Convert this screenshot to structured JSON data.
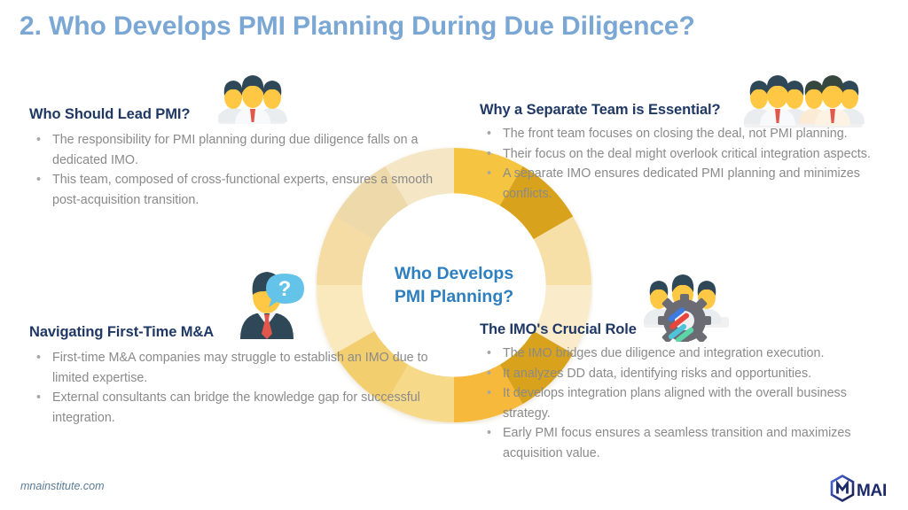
{
  "slide": {
    "title": "2. Who Develops PMI Planning During Due Diligence?",
    "background": "#ffffff",
    "title_color": "#7BA7D4",
    "heading_color": "#1F3864",
    "body_color": "#8a8a8a",
    "accent_blue": "#2E7FBF"
  },
  "center": {
    "line1": "Who Develops",
    "line2": "PMI Planning?"
  },
  "blocks": {
    "lead": {
      "title": "Who Should Lead PMI?",
      "icon": "people-group-icon",
      "bullet_glyph": "•",
      "bullets": [
        "The responsibility for PMI planning during due diligence falls on a dedicated IMO.",
        "This team, composed of cross-functional experts, ensures a smooth post-acquisition transition."
      ]
    },
    "separate": {
      "title": "Why a Separate Team is Essential?",
      "icon": "two-people-groups-icon",
      "bullet_glyph": "•",
      "bullets": [
        "The front team focuses on closing the deal, not PMI planning.",
        "Their focus on the deal might overlook critical integration aspects.",
        "A separate IMO ensures dedicated PMI planning and minimizes conflicts."
      ]
    },
    "navigating": {
      "title": "Navigating First-Time M&A",
      "icon": "businessman-question-icon",
      "bullet_glyph": "•",
      "bullets": [
        "First-time M&A companies may struggle to establish an IMO due to limited expertise.",
        "External consultants can bridge the knowledge gap for successful integration."
      ]
    },
    "imo": {
      "title": "The IMO's Crucial Role",
      "icon": "people-gear-icon",
      "bullet_glyph": "•",
      "bullets": [
        "The IMO bridges due diligence and integration execution.",
        "It analyzes DD data, identifying risks and opportunities.",
        "It develops integration plans aligned with the overall business strategy.",
        "Early PMI focus ensures a seamless transition and maximizes acquisition value."
      ]
    }
  },
  "chart_data": {
    "type": "pie",
    "title": "Who Develops PMI Planning?",
    "variant": "donut",
    "segments": [
      {
        "label": "segment-1",
        "value": 8.33,
        "color": "#F5C542"
      },
      {
        "label": "segment-2",
        "value": 8.33,
        "color": "#D9A21B"
      },
      {
        "label": "segment-3",
        "value": 8.33,
        "color": "#F7E0A8"
      },
      {
        "label": "segment-4",
        "value": 8.33,
        "color": "#FAEBCB"
      },
      {
        "label": "segment-5",
        "value": 8.33,
        "color": "#D9A21B"
      },
      {
        "label": "segment-6",
        "value": 8.33,
        "color": "#F6B93B"
      },
      {
        "label": "segment-7",
        "value": 8.33,
        "color": "#F7D98A"
      },
      {
        "label": "segment-8",
        "value": 8.33,
        "color": "#F3CE6E"
      },
      {
        "label": "segment-9",
        "value": 8.33,
        "color": "#FBE9BE"
      },
      {
        "label": "segment-10",
        "value": 8.33,
        "color": "#F5DCA4"
      },
      {
        "label": "segment-11",
        "value": 8.33,
        "color": "#EDD9A9"
      },
      {
        "label": "segment-12",
        "value": 8.33,
        "color": "#F5E7C6"
      }
    ],
    "inner_radius_ratio": 0.66,
    "legend": "none",
    "grid": false
  },
  "footer": {
    "link": "mnainstitute.com",
    "logo_text": "MAI",
    "logo_icon": "hexagon-m-logo-icon"
  }
}
